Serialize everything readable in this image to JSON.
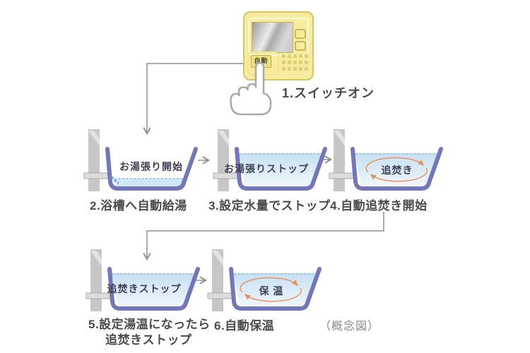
{
  "colors": {
    "remote_body": "#f6eb9e",
    "remote_border": "#d9c45e",
    "tub_stroke": "#7377b9",
    "water_top": "#c6e0f2",
    "water_bottom": "#edf6fb",
    "water_low": "#cfe6f4",
    "wall_gray": "#c7c7c7",
    "circulation_orange": "#e8935c",
    "connector_gray": "#8f8f8f",
    "caption_text": "#4b4b4b",
    "tub_label_text": "#3e3e55",
    "footnote_gray": "#8a8a8a"
  },
  "remote": {
    "auto_button_label": "自動",
    "caption": "1.スイッチオン"
  },
  "steps": [
    {
      "tub_label": "お湯張り開始",
      "caption": "2.浴槽へ自動給湯"
    },
    {
      "tub_label": "お湯張りストップ",
      "caption": "3.設定水量でストップ"
    },
    {
      "tub_label": "追焚き",
      "caption": "4.自動追焚き開始"
    },
    {
      "tub_label": "追焚きストップ",
      "caption_line1": "5.設定湯温になったら",
      "caption_line2": "追焚きストップ"
    },
    {
      "tub_label": "保 温",
      "caption": "6.自動保温"
    }
  ],
  "footnote": "（概念図）"
}
